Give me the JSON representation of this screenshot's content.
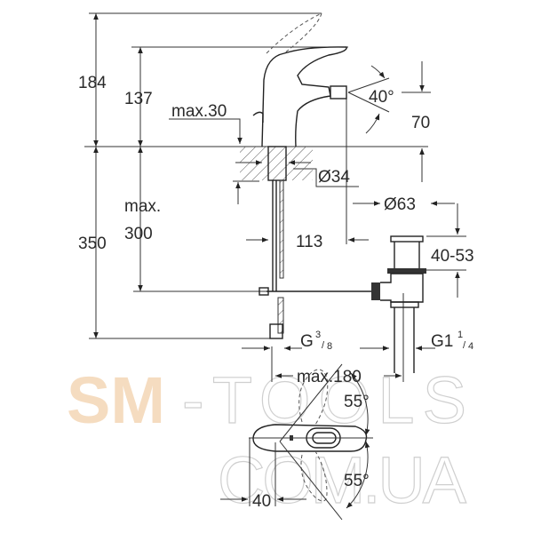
{
  "side_view": {
    "dim_total_height": "184",
    "dim_spout_height": "137",
    "dim_max_thickness": "max.30",
    "dim_spray_angle": "40°",
    "dim_spout_offset": "70",
    "dim_hole_diameter": "Ø34",
    "dim_waste_diameter": "Ø63",
    "dim_max_depth_line1": "max.",
    "dim_max_depth_line2": "300",
    "dim_hose_length": "350",
    "dim_spout_reach": "113",
    "dim_waste_range": "40-53",
    "thread_supply": {
      "prefix": "G",
      "num": "3",
      "den": "8"
    },
    "thread_waste": {
      "prefix": "G1",
      "num": "1",
      "den": "4"
    },
    "dim_max_spacing": "max.180"
  },
  "top_view": {
    "angle_upper": "55°",
    "angle_lower": "55°",
    "dim_width": "40"
  },
  "watermark": {
    "part1": "SM",
    "part2": "-TOOLS",
    "part3": "COM.UA",
    "color": "#f5dcc0"
  }
}
